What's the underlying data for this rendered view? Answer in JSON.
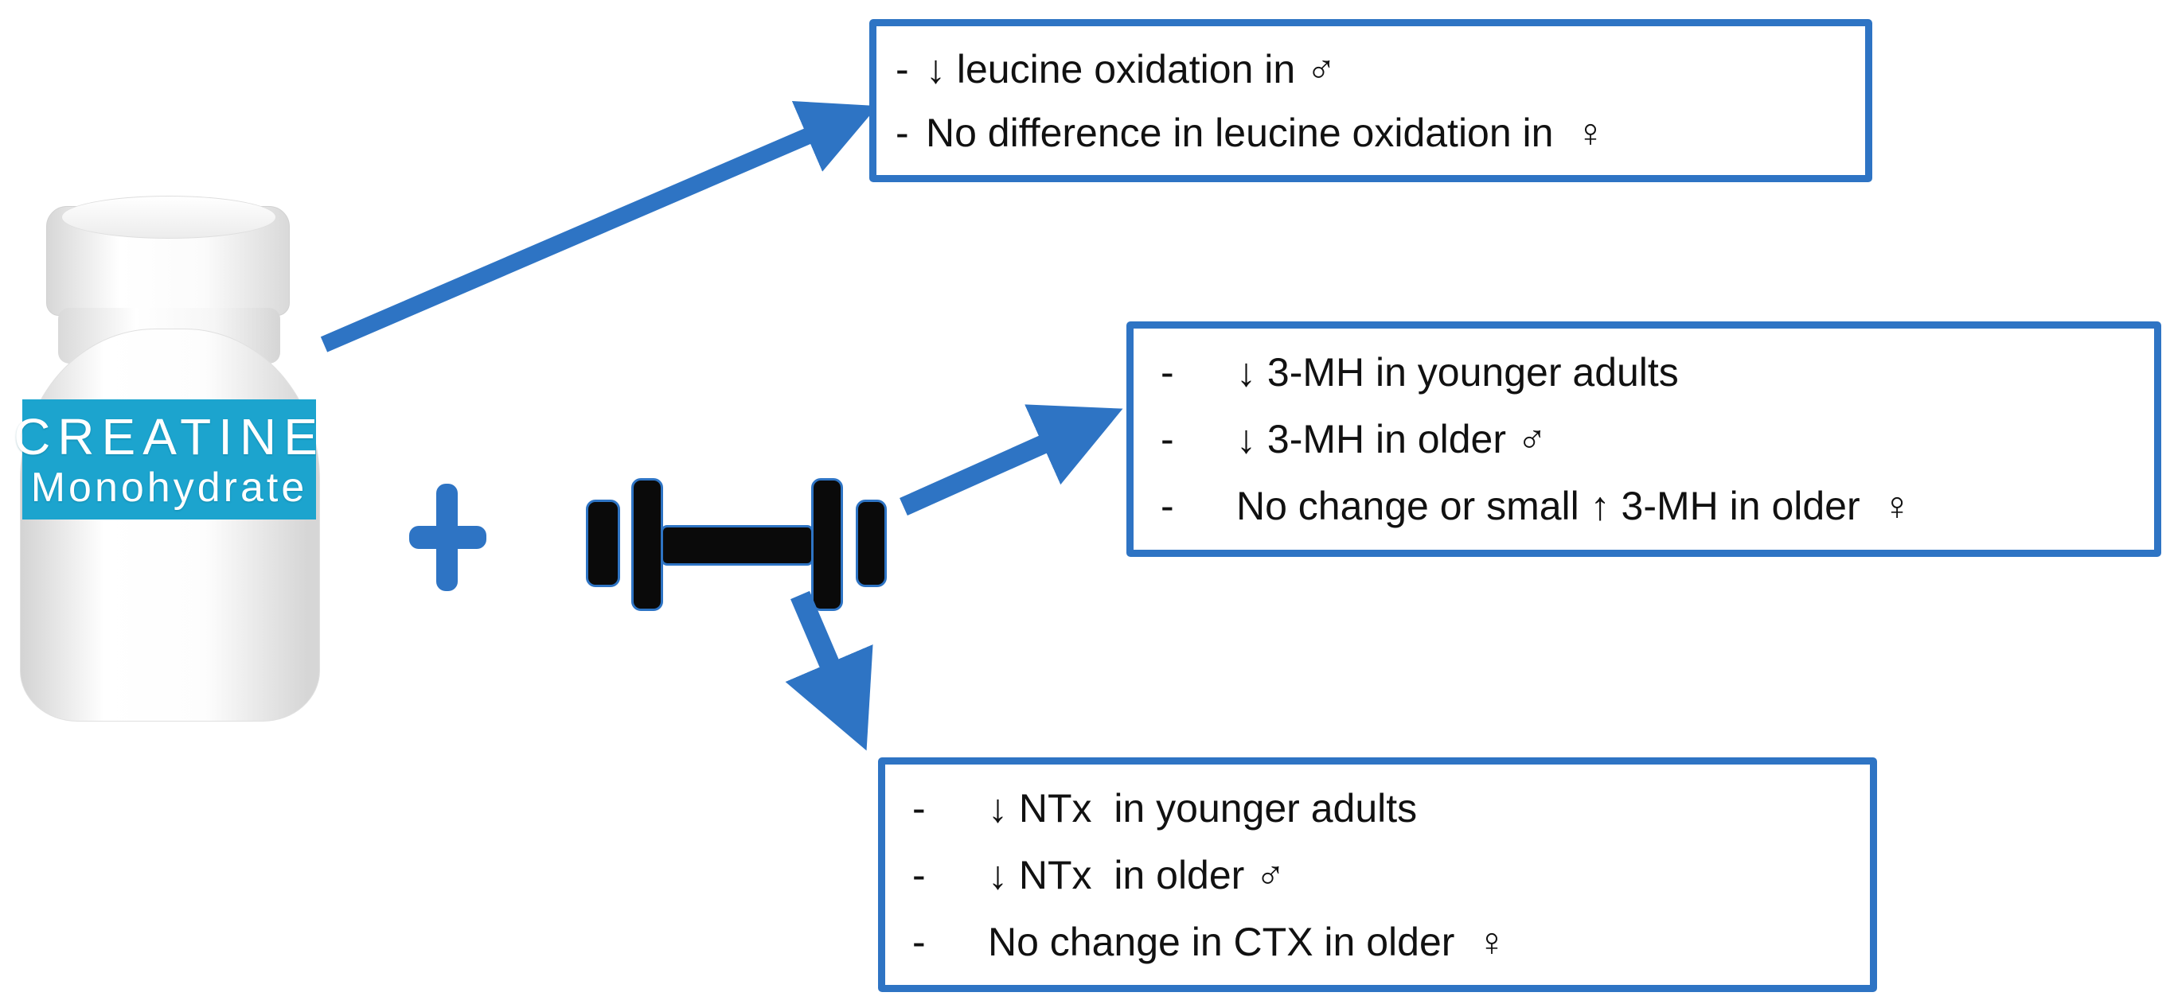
{
  "figure": {
    "description": "Creatine monohydrate plus resistance exercise outcomes diagram",
    "colors": {
      "accent_blue": "#2E74C4",
      "label_cyan": "#1CA4CE",
      "dumbbell_black": "#0a0a0a",
      "text": "#111111",
      "background": "#ffffff"
    },
    "bottle": {
      "label_title": "CREATINE",
      "label_subtitle": "Monohydrate"
    },
    "icons": {
      "plus": "plus-icon",
      "dumbbell": "dumbbell-icon"
    },
    "boxes": {
      "box1": {
        "lines": [
          {
            "bullet": "-",
            "text": "↓ leucine oxidation in ♂"
          },
          {
            "bullet": "-",
            "text": "No difference in leucine oxidation in  ♀"
          }
        ]
      },
      "box2": {
        "lines": [
          {
            "bullet": "-",
            "text": "↓ 3-MH in younger adults"
          },
          {
            "bullet": "-",
            "text": "↓ 3-MH in older ♂"
          },
          {
            "bullet": "-",
            "text": "No change or small ↑ 3-MH in older  ♀"
          }
        ]
      },
      "box3": {
        "lines": [
          {
            "bullet": "-",
            "text": "↓ NTx  in younger adults"
          },
          {
            "bullet": "-",
            "text": "↓ NTx  in older ♂"
          },
          {
            "bullet": "-",
            "text": "No change in CTX in older  ♀"
          }
        ]
      }
    }
  }
}
